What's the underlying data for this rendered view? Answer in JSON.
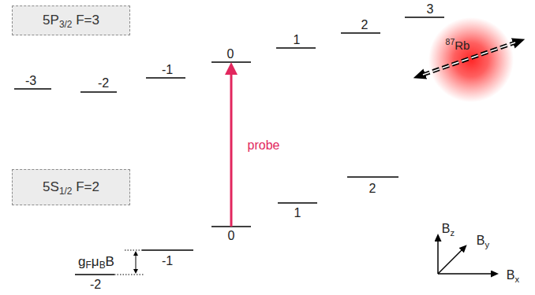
{
  "diagram": {
    "nodes": [
      {
        "text": [
          "5P3/2 F=3"
        ]
      },
      {
        "text": [
          "5S1/2 F=2"
        ]
      }
    ],
    "labels": [
      "-3",
      "-2",
      "-1",
      "0",
      "1",
      "2",
      "3",
      "probe",
      "-2",
      "-1",
      "0",
      "1",
      "2",
      "gFμBB",
      "87Rb",
      "Bz",
      "By",
      "Bx"
    ]
  }
}
